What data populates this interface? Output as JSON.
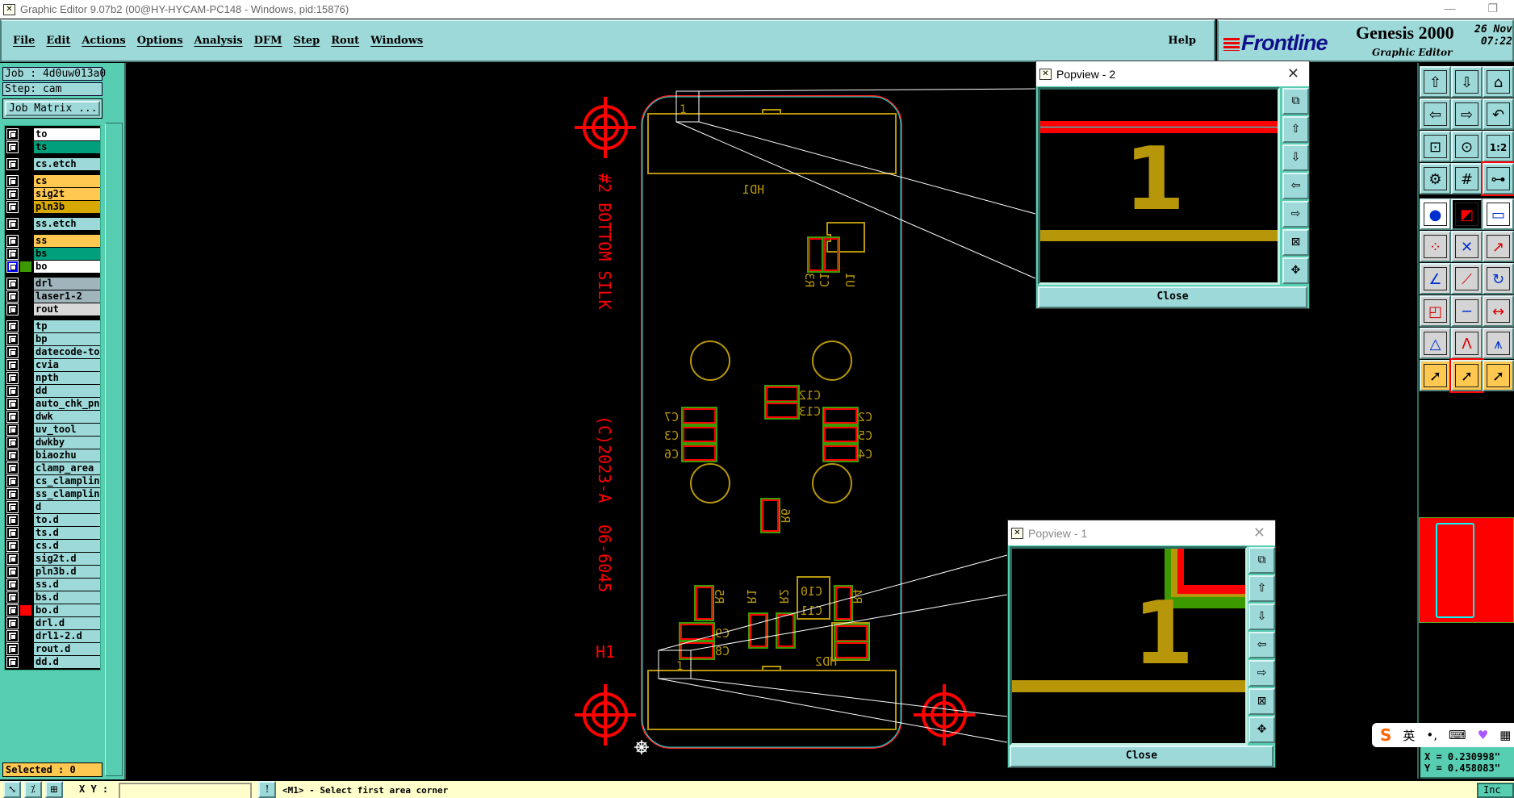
{
  "window": {
    "title": "Graphic Editor 9.07b2 (00@HY-HYCAM-PC148 - Windows, pid:15876)"
  },
  "menu": {
    "items": [
      "File",
      "Edit",
      "Actions",
      "Options",
      "Analysis",
      "DFM",
      "Step",
      "Rout",
      "Windows"
    ],
    "help": "Help"
  },
  "brand": {
    "logo": "Frontline",
    "product": "Genesis 2000",
    "subtitle": "Graphic Editor",
    "date": "26 Nov",
    "time": "07:22"
  },
  "job": {
    "job_label": "Job : 4d0uw013a0",
    "step_label": "Step: cam",
    "matrix_button": "Job Matrix ..."
  },
  "layers": [
    {
      "name": "to",
      "color": "#ffffff"
    },
    {
      "name": "ts",
      "color": "#00a07c"
    },
    {
      "name": "cs.etch",
      "color": "#9ed9d9"
    },
    {
      "name": "cs",
      "color": "#ffc850"
    },
    {
      "name": "sig2t",
      "color": "#ffc850"
    },
    {
      "name": "pln3b",
      "color": "#d6a800"
    },
    {
      "name": "ss.etch",
      "color": "#9ed9d9"
    },
    {
      "name": "ss",
      "color": "#ffc850"
    },
    {
      "name": "bs",
      "color": "#00a07c"
    },
    {
      "name": "bo",
      "color": "#ffffff",
      "swatch": "#3c9a00",
      "active": true
    },
    {
      "name": "drl",
      "color": "#a0b4bc"
    },
    {
      "name": "laser1-2",
      "color": "#a0b4bc"
    },
    {
      "name": "rout",
      "color": "#d8d8d8"
    },
    {
      "name": "tp"
    },
    {
      "name": "bp"
    },
    {
      "name": "datecode-to"
    },
    {
      "name": "cvia"
    },
    {
      "name": "npth"
    },
    {
      "name": "dd"
    },
    {
      "name": "auto_chk_pnl"
    },
    {
      "name": "dwk"
    },
    {
      "name": "uv_tool"
    },
    {
      "name": "dwkby"
    },
    {
      "name": "biaozhu"
    },
    {
      "name": "clamp_area"
    },
    {
      "name": "cs_clampline"
    },
    {
      "name": "ss_clampline"
    },
    {
      "name": "d"
    },
    {
      "name": "to.d"
    },
    {
      "name": "ts.d"
    },
    {
      "name": "cs.d"
    },
    {
      "name": "sig2t.d"
    },
    {
      "name": "pln3b.d"
    },
    {
      "name": "ss.d"
    },
    {
      "name": "bs.d"
    },
    {
      "name": "bo.d",
      "swatch": "#ff0000"
    },
    {
      "name": "drl.d"
    },
    {
      "name": "drl1-2.d"
    },
    {
      "name": "rout.d"
    },
    {
      "name": "dd.d"
    }
  ],
  "selected": "Selected : 0",
  "status": {
    "xy_label": "X Y :",
    "xy_value": "",
    "prompt": "<M1> - Select first area corner",
    "units": "Inc"
  },
  "coords": {
    "x": "X = 0.230998\"",
    "y": "Y = 0.458083\""
  },
  "ime": {
    "lang": "英",
    "punct": "•,"
  },
  "pcb": {
    "silk_texts": [
      "#2 BOTTOM SILK",
      "(C)2023-A",
      "06-6045",
      "H1"
    ],
    "refdes": {
      "hd1": "HD1",
      "hd2": "HD2",
      "u1": "U1",
      "c1": "C1",
      "r3": "R3",
      "c12": "C12",
      "c13": "C13",
      "c7": "C7",
      "c3": "C3",
      "c6": "C6",
      "c2": "C2",
      "c5": "C5",
      "c4": "C4",
      "r6": "R6",
      "r5": "R5",
      "r1": "R1",
      "r2": "R2",
      "c10": "C10",
      "c11": "C11",
      "r4": "R4",
      "c9": "C9",
      "c8": "C8"
    },
    "pin1": "1"
  },
  "popviews": [
    {
      "title": "Popview - 2",
      "close": "Close",
      "glyph": "1"
    },
    {
      "title": "Popview - 1",
      "close": "Close",
      "glyph": "1"
    }
  ],
  "colors": {
    "silk": "#b8960a",
    "pad": "#ff0000",
    "mask": "#3c9a00",
    "outline": "#00e0e0",
    "target": "#ff0000",
    "panel": "#57cdb1",
    "button": "#9ed9d9"
  }
}
